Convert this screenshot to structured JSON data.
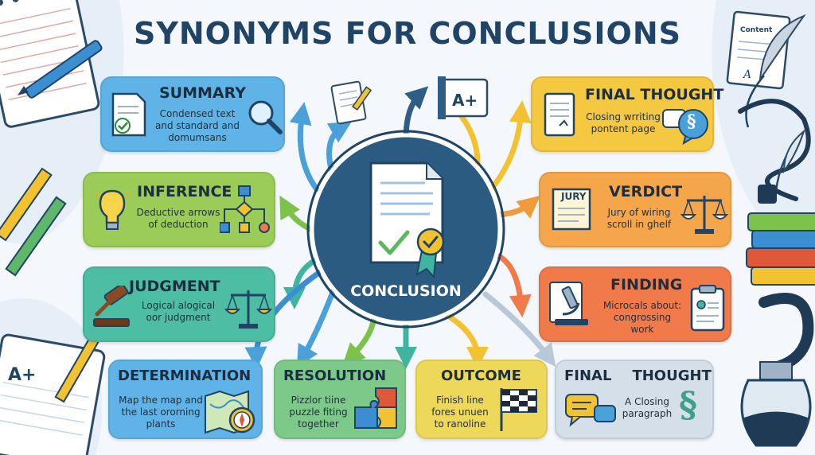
{
  "title": "SYNONYMS FOR CONCLUSIONS",
  "center": {
    "label": "CONCLUSION"
  },
  "cards": {
    "summary": {
      "title": "SUMMARY",
      "desc": [
        "Condensed text",
        "and standard and",
        "domumsans"
      ]
    },
    "inference": {
      "title": "INFERENCE",
      "desc": [
        "Deductive arrows",
        "of deduction"
      ]
    },
    "judgment": {
      "title": "JUDGMENT",
      "desc": [
        "Logical alogical",
        "oor judgment"
      ]
    },
    "determination": {
      "title": "DETERMINATION",
      "desc": [
        "Map the map and",
        "the last ororning",
        "plants"
      ]
    },
    "resolution": {
      "title": "RESOLUTION",
      "desc": [
        "Pizzlor tiine",
        "puzzle fiting",
        "together"
      ]
    },
    "outcome": {
      "title": "OUTCOME",
      "desc": [
        "Finish line",
        "fores unuen",
        "to ranoline"
      ]
    },
    "final_bottom": {
      "title_a": "FINAL",
      "title_b": "THOUGHT",
      "desc": [
        "A Closing",
        "paragraph"
      ]
    },
    "final_top": {
      "title": "FINAL THOUGHT",
      "desc": [
        "Closing wrriting",
        "pontent page"
      ]
    },
    "verdict": {
      "title": "VERDICT",
      "desc": [
        "Jury of wiring",
        "scroll in ghelf"
      ]
    },
    "finding": {
      "title": "FINDING",
      "desc": [
        "Microcals about:",
        "congrossing",
        "work"
      ]
    }
  },
  "icon_text": {
    "grade": "A+",
    "grade_notebook": "A+",
    "jury": "JURY",
    "content": "Content",
    "section": "§",
    "signature": "A"
  }
}
